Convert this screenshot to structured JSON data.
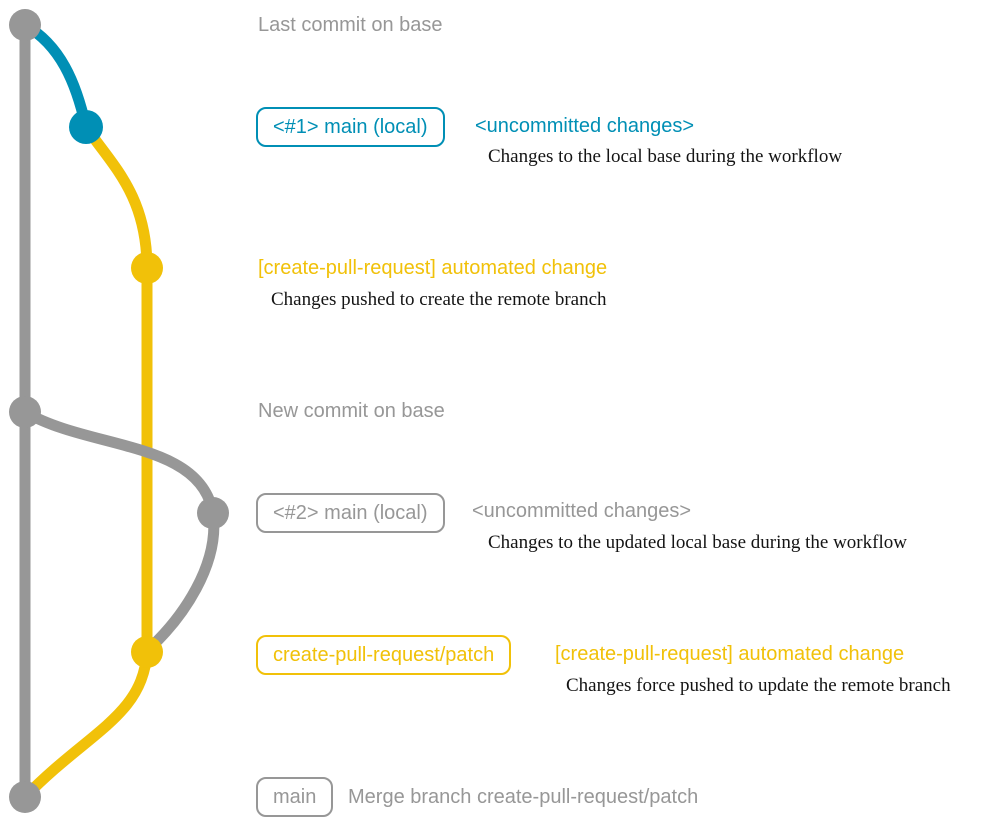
{
  "colors": {
    "gray": "#979797",
    "blue": "#008fb5",
    "yellow": "#f1c109",
    "annotation_text": "#141414"
  },
  "graph": {
    "commits": [
      {
        "name": "last-commit-on-base",
        "branch": "base",
        "color": "gray"
      },
      {
        "name": "local-uncommitted-1",
        "branch": "main-local",
        "color": "blue"
      },
      {
        "name": "automated-change-1",
        "branch": "create-pull-request/patch",
        "color": "yellow"
      },
      {
        "name": "new-commit-on-base",
        "branch": "base",
        "color": "gray"
      },
      {
        "name": "local-uncommitted-2",
        "branch": "main-local",
        "color": "gray"
      },
      {
        "name": "automated-change-2",
        "branch": "create-pull-request/patch",
        "color": "yellow"
      },
      {
        "name": "merge-commit",
        "branch": "base",
        "color": "gray"
      }
    ]
  },
  "rows": {
    "last_commit": {
      "label": "Last commit on base"
    },
    "step1": {
      "badge": "<#1> main (local)",
      "title": "<uncommitted changes>",
      "note": "Changes to the local base during the workflow"
    },
    "step2": {
      "title": "[create-pull-request] automated change",
      "note": "Changes pushed to create the remote branch"
    },
    "new_commit": {
      "label": "New commit on base"
    },
    "step3": {
      "badge": "<#2> main (local)",
      "title": "<uncommitted changes>",
      "note": "Changes to the updated local base during the workflow"
    },
    "step4": {
      "badge": "create-pull-request/patch",
      "title": "[create-pull-request] automated change",
      "note": "Changes force pushed to update the remote branch"
    },
    "merge": {
      "badge": "main",
      "message": "Merge branch create-pull-request/patch"
    }
  }
}
